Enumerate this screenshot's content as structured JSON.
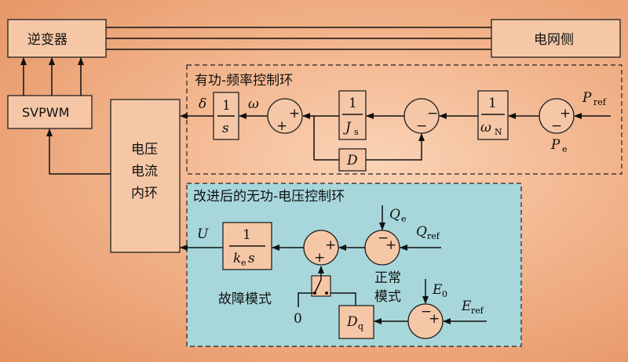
{
  "blocks": {
    "inverter": "逆变器",
    "grid_side": "电网侧",
    "svpwm": "SVPWM",
    "inner_loop_line1": "电压",
    "inner_loop_line2": "电流",
    "inner_loop_line3": "内环"
  },
  "active_power_loop": {
    "title": "有功-频率控制环",
    "delta": "δ",
    "omega": "ω",
    "integrator_num": "1",
    "integrator_den": "s",
    "inertia_num": "1",
    "inertia_den_main": "J",
    "inertia_den_sub": "s",
    "damping": "D",
    "omegaN_num": "1",
    "omegaN_den_main": "ω",
    "omegaN_den_sub": "N",
    "p_ref_main": "P",
    "p_ref_sub": "ref",
    "p_e_main": "P",
    "p_e_sub": "e"
  },
  "reactive_power_loop": {
    "title": "改进后的无功-电压控制环",
    "u_label": "U",
    "gain_num": "1",
    "gain_den_k": "k",
    "gain_den_sub": "e",
    "gain_den_s": "s",
    "q_e_main": "Q",
    "q_e_sub": "e",
    "q_ref_main": "Q",
    "q_ref_sub": "ref",
    "normal_mode_line1": "正常",
    "normal_mode_line2": "模式",
    "fault_mode": "故障模式",
    "zero": "0",
    "dq_main": "D",
    "dq_sub": "q",
    "e0_main": "E",
    "e0_sub": "0",
    "eref_main": "E",
    "eref_sub": "ref"
  },
  "colors": {
    "reactive_panel": "#a8d7db",
    "block_fill": "#f6c7a6"
  }
}
